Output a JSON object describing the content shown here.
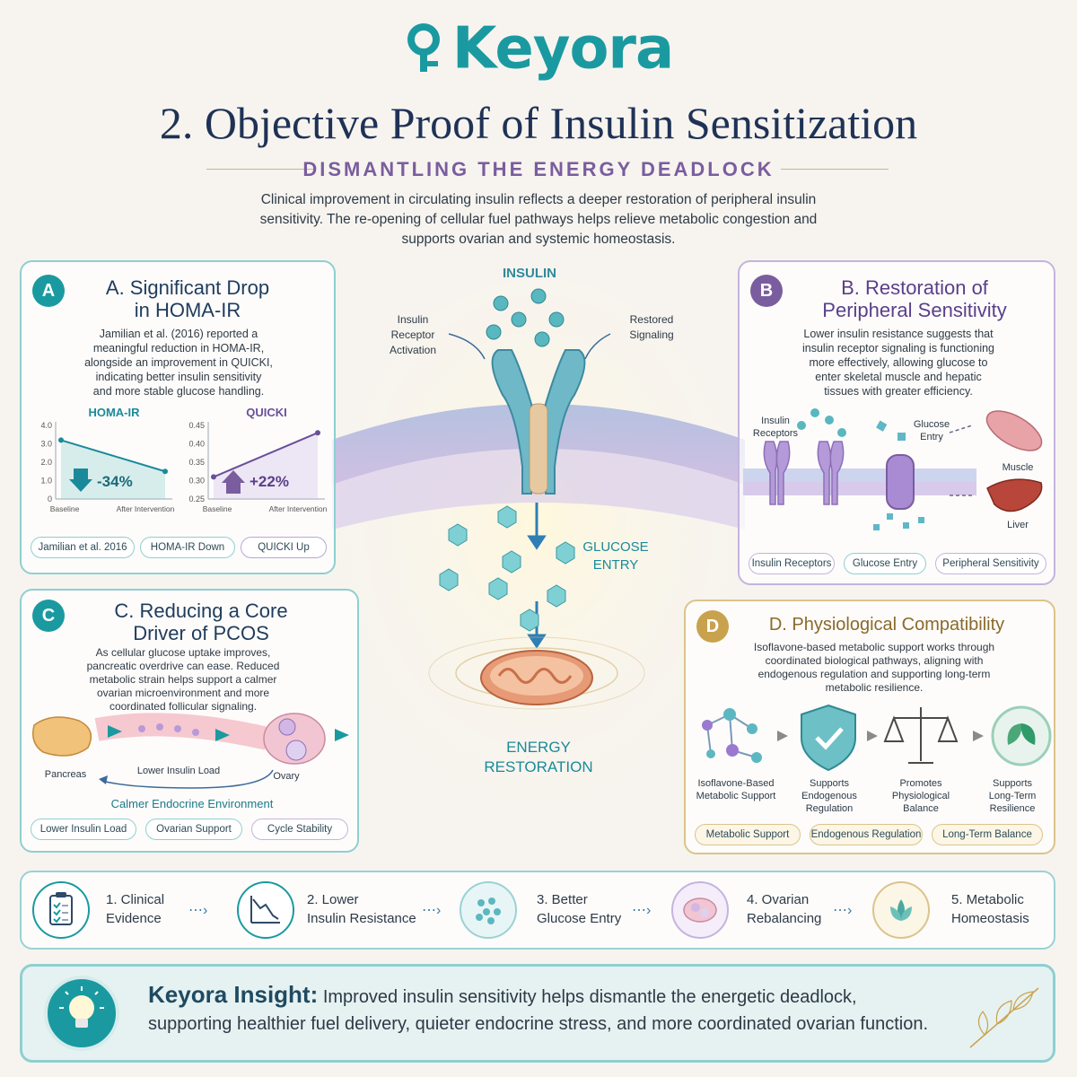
{
  "brand": "Keyora",
  "title": "2. Objective Proof of Insulin Sensitization",
  "subtitle": "DISMANTLING THE ENERGY DEADLOCK",
  "intro": "Clinical improvement in circulating insulin reflects a deeper restoration of peripheral insulin sensitivity. The re-opening of cellular fuel pathways helps relieve metabolic congestion and supports ovarian and systemic homeostasis.",
  "center": {
    "insulin": "INSULIN",
    "receptor_activation": [
      "Insulin",
      "Receptor",
      "Activation"
    ],
    "restored_signaling": [
      "Restored",
      "Signaling"
    ],
    "glucose_entry": [
      "GLUCOSE",
      "ENTRY"
    ],
    "energy_restoration": [
      "ENERGY",
      "RESTORATION"
    ]
  },
  "panel_a": {
    "badge": "A",
    "title": [
      "A. Significant Drop",
      "in HOMA-IR"
    ],
    "text": [
      "Jamilian et al. (2016) reported a",
      "meaningful reduction in HOMA-IR,",
      "alongside an improvement in QUICKI,",
      "indicating better insulin sensitivity",
      "and more stable glucose handling."
    ],
    "pills": [
      "Jamilian et al. 2016",
      "HOMA-IR Down",
      "QUICKI Up"
    ]
  },
  "chart_data": [
    {
      "type": "line",
      "title": "HOMA-IR",
      "categories": [
        "Baseline",
        "After Intervention"
      ],
      "values": [
        3.2,
        1.5
      ],
      "yticks": [
        "4.0",
        "3.0",
        "2.0",
        "1.0",
        "0"
      ],
      "ylim": [
        0,
        4.0
      ],
      "annotation": "-34%"
    },
    {
      "type": "line",
      "title": "QUICKI",
      "categories": [
        "Baseline",
        "After Intervention"
      ],
      "values": [
        0.31,
        0.43
      ],
      "yticks": [
        "0.45",
        "0.40",
        "0.35",
        "0.30",
        "0.25"
      ],
      "ylim": [
        0.25,
        0.45
      ],
      "annotation": "+22%"
    }
  ],
  "panel_b": {
    "badge": "B",
    "title": [
      "B. Restoration of",
      "Peripheral Sensitivity"
    ],
    "text": [
      "Lower insulin resistance suggests that",
      "insulin receptor signaling is functioning",
      "more effectively, allowing glucose to",
      "enter skeletal muscle and hepatic",
      "tissues with greater efficiency."
    ],
    "insulin_receptors": [
      "Insulin",
      "Receptors"
    ],
    "glucose_entry": [
      "Glucose",
      "Entry"
    ],
    "muscle": "Muscle",
    "liver": "Liver",
    "pills": [
      "Insulin Receptors",
      "Glucose Entry",
      "Peripheral Sensitivity"
    ]
  },
  "panel_c": {
    "badge": "C",
    "title": [
      "C. Reducing a Core",
      "Driver of PCOS"
    ],
    "text": [
      "As cellular glucose uptake improves,",
      "pancreatic overdrive can ease. Reduced",
      "metabolic strain helps support a calmer",
      "ovarian microenvironment and more",
      "coordinated follicular signaling."
    ],
    "pancreas": "Pancreas",
    "lower_insulin_load": "Lower Insulin Load",
    "ovary": "Ovary",
    "calmer": "Calmer Endocrine Environment",
    "pills": [
      "Lower Insulin Load",
      "Ovarian Support",
      "Cycle Stability"
    ]
  },
  "panel_d": {
    "badge": "D",
    "title": "D. Physiological Compatibility",
    "text": [
      "Isoflavone-based metabolic support works through",
      "coordinated biological pathways, aligning with",
      "endogenous regulation and supporting long-term",
      "metabolic resilience."
    ],
    "items": [
      [
        "Isoflavone-Based",
        "Metabolic Support"
      ],
      [
        "Supports",
        "Endogenous",
        "Regulation"
      ],
      [
        "Promotes",
        "Physiological",
        "Balance"
      ],
      [
        "Supports",
        "Long-Term",
        "Resilience"
      ]
    ],
    "pills": [
      "Metabolic Support",
      "Endogenous Regulation",
      "Long-Term Balance"
    ]
  },
  "steps": [
    [
      "1. Clinical",
      "Evidence"
    ],
    [
      "2. Lower",
      "Insulin Resistance"
    ],
    [
      "3. Better",
      "Glucose Entry"
    ],
    [
      "4. Ovarian",
      "Rebalancing"
    ],
    [
      "5. Metabolic",
      "Homeostasis"
    ]
  ],
  "insight": {
    "label": "Keyora Insight:",
    "line1": "Improved insulin sensitivity helps dismantle the energetic deadlock,",
    "line2": "supporting healthier fuel delivery, quieter endocrine stress, and more coordinated ovarian function."
  },
  "colors": {
    "teal": "#1a9aa0",
    "navy": "#1f3256",
    "purple": "#7a5d9f",
    "gold": "#c9a24e"
  }
}
